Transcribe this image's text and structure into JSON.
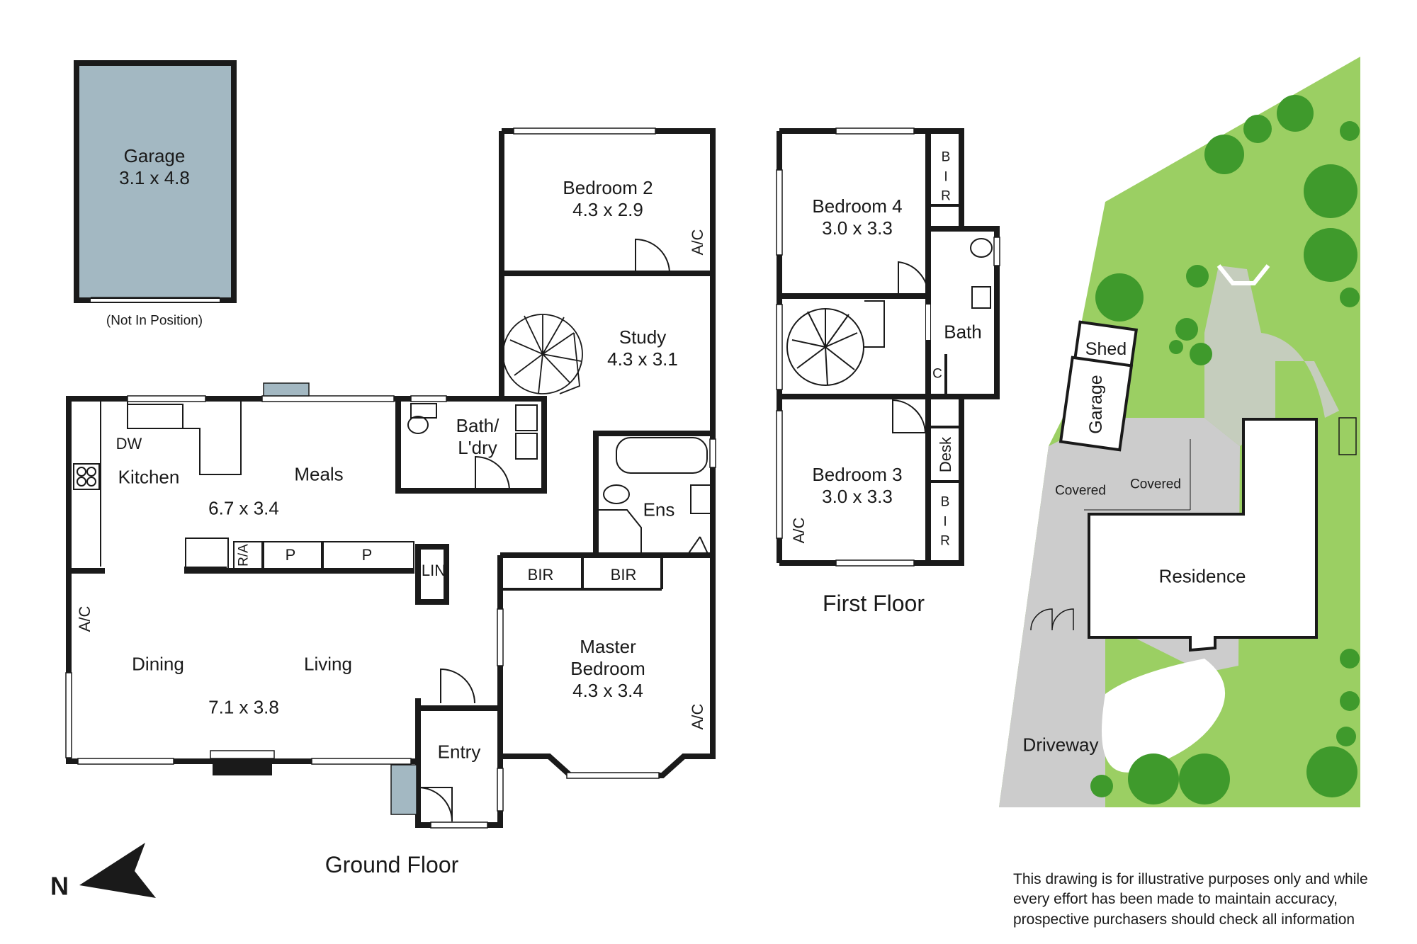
{
  "garage": {
    "name": "Garage",
    "size": "3.1 x 4.8",
    "note": "(Not In Position)"
  },
  "ground_floor": {
    "title": "Ground Floor",
    "rooms": {
      "bedroom2": {
        "name": "Bedroom 2",
        "size": "4.3 x 2.9"
      },
      "study": {
        "name": "Study",
        "size": "4.3 x 3.1"
      },
      "kitchen": {
        "name": "Kitchen"
      },
      "meals": {
        "name": "Meals"
      },
      "kitchen_meals_size": "6.7 x 3.4",
      "bath_ldry": {
        "line1": "Bath/",
        "line2": "L'dry"
      },
      "dining": {
        "name": "Dining"
      },
      "living": {
        "name": "Living"
      },
      "dining_living_size": "7.1 x 3.8",
      "ens": {
        "name": "Ens"
      },
      "master": {
        "line1": "Master",
        "line2": "Bedroom",
        "size": "4.3 x 3.4"
      },
      "entry": {
        "name": "Entry"
      }
    },
    "labels": {
      "dw": "DW",
      "ra": "R/A",
      "pantry": "P",
      "lin": "LIN",
      "bir": "BIR",
      "ac": "A/C"
    }
  },
  "first_floor": {
    "title": "First Floor",
    "rooms": {
      "bedroom4": {
        "name": "Bedroom 4",
        "size": "3.0 x 3.3"
      },
      "bedroom3": {
        "name": "Bedroom 3",
        "size": "3.0 x 3.3"
      },
      "bath": {
        "name": "Bath"
      }
    },
    "labels": {
      "bir": [
        "B",
        "I",
        "R"
      ],
      "c": "C",
      "desk": "Desk",
      "ac": "A/C"
    }
  },
  "site_plan": {
    "shed": "Shed",
    "garage": "Garage",
    "covered": "Covered",
    "residence": "Residence",
    "driveway": "Driveway"
  },
  "compass": {
    "label": "N"
  },
  "disclaimer": {
    "lines": [
      "This drawing is for illustrative purposes only and while",
      "every effort has been made to maintain accuracy,",
      "prospective purchasers should check all information"
    ]
  },
  "colors": {
    "wall": "#1a1a1a",
    "garage_fill": "#a3b8c2",
    "grass": "#9bcf63",
    "paving": "#cccccc",
    "tree": "#3f9a2c"
  }
}
